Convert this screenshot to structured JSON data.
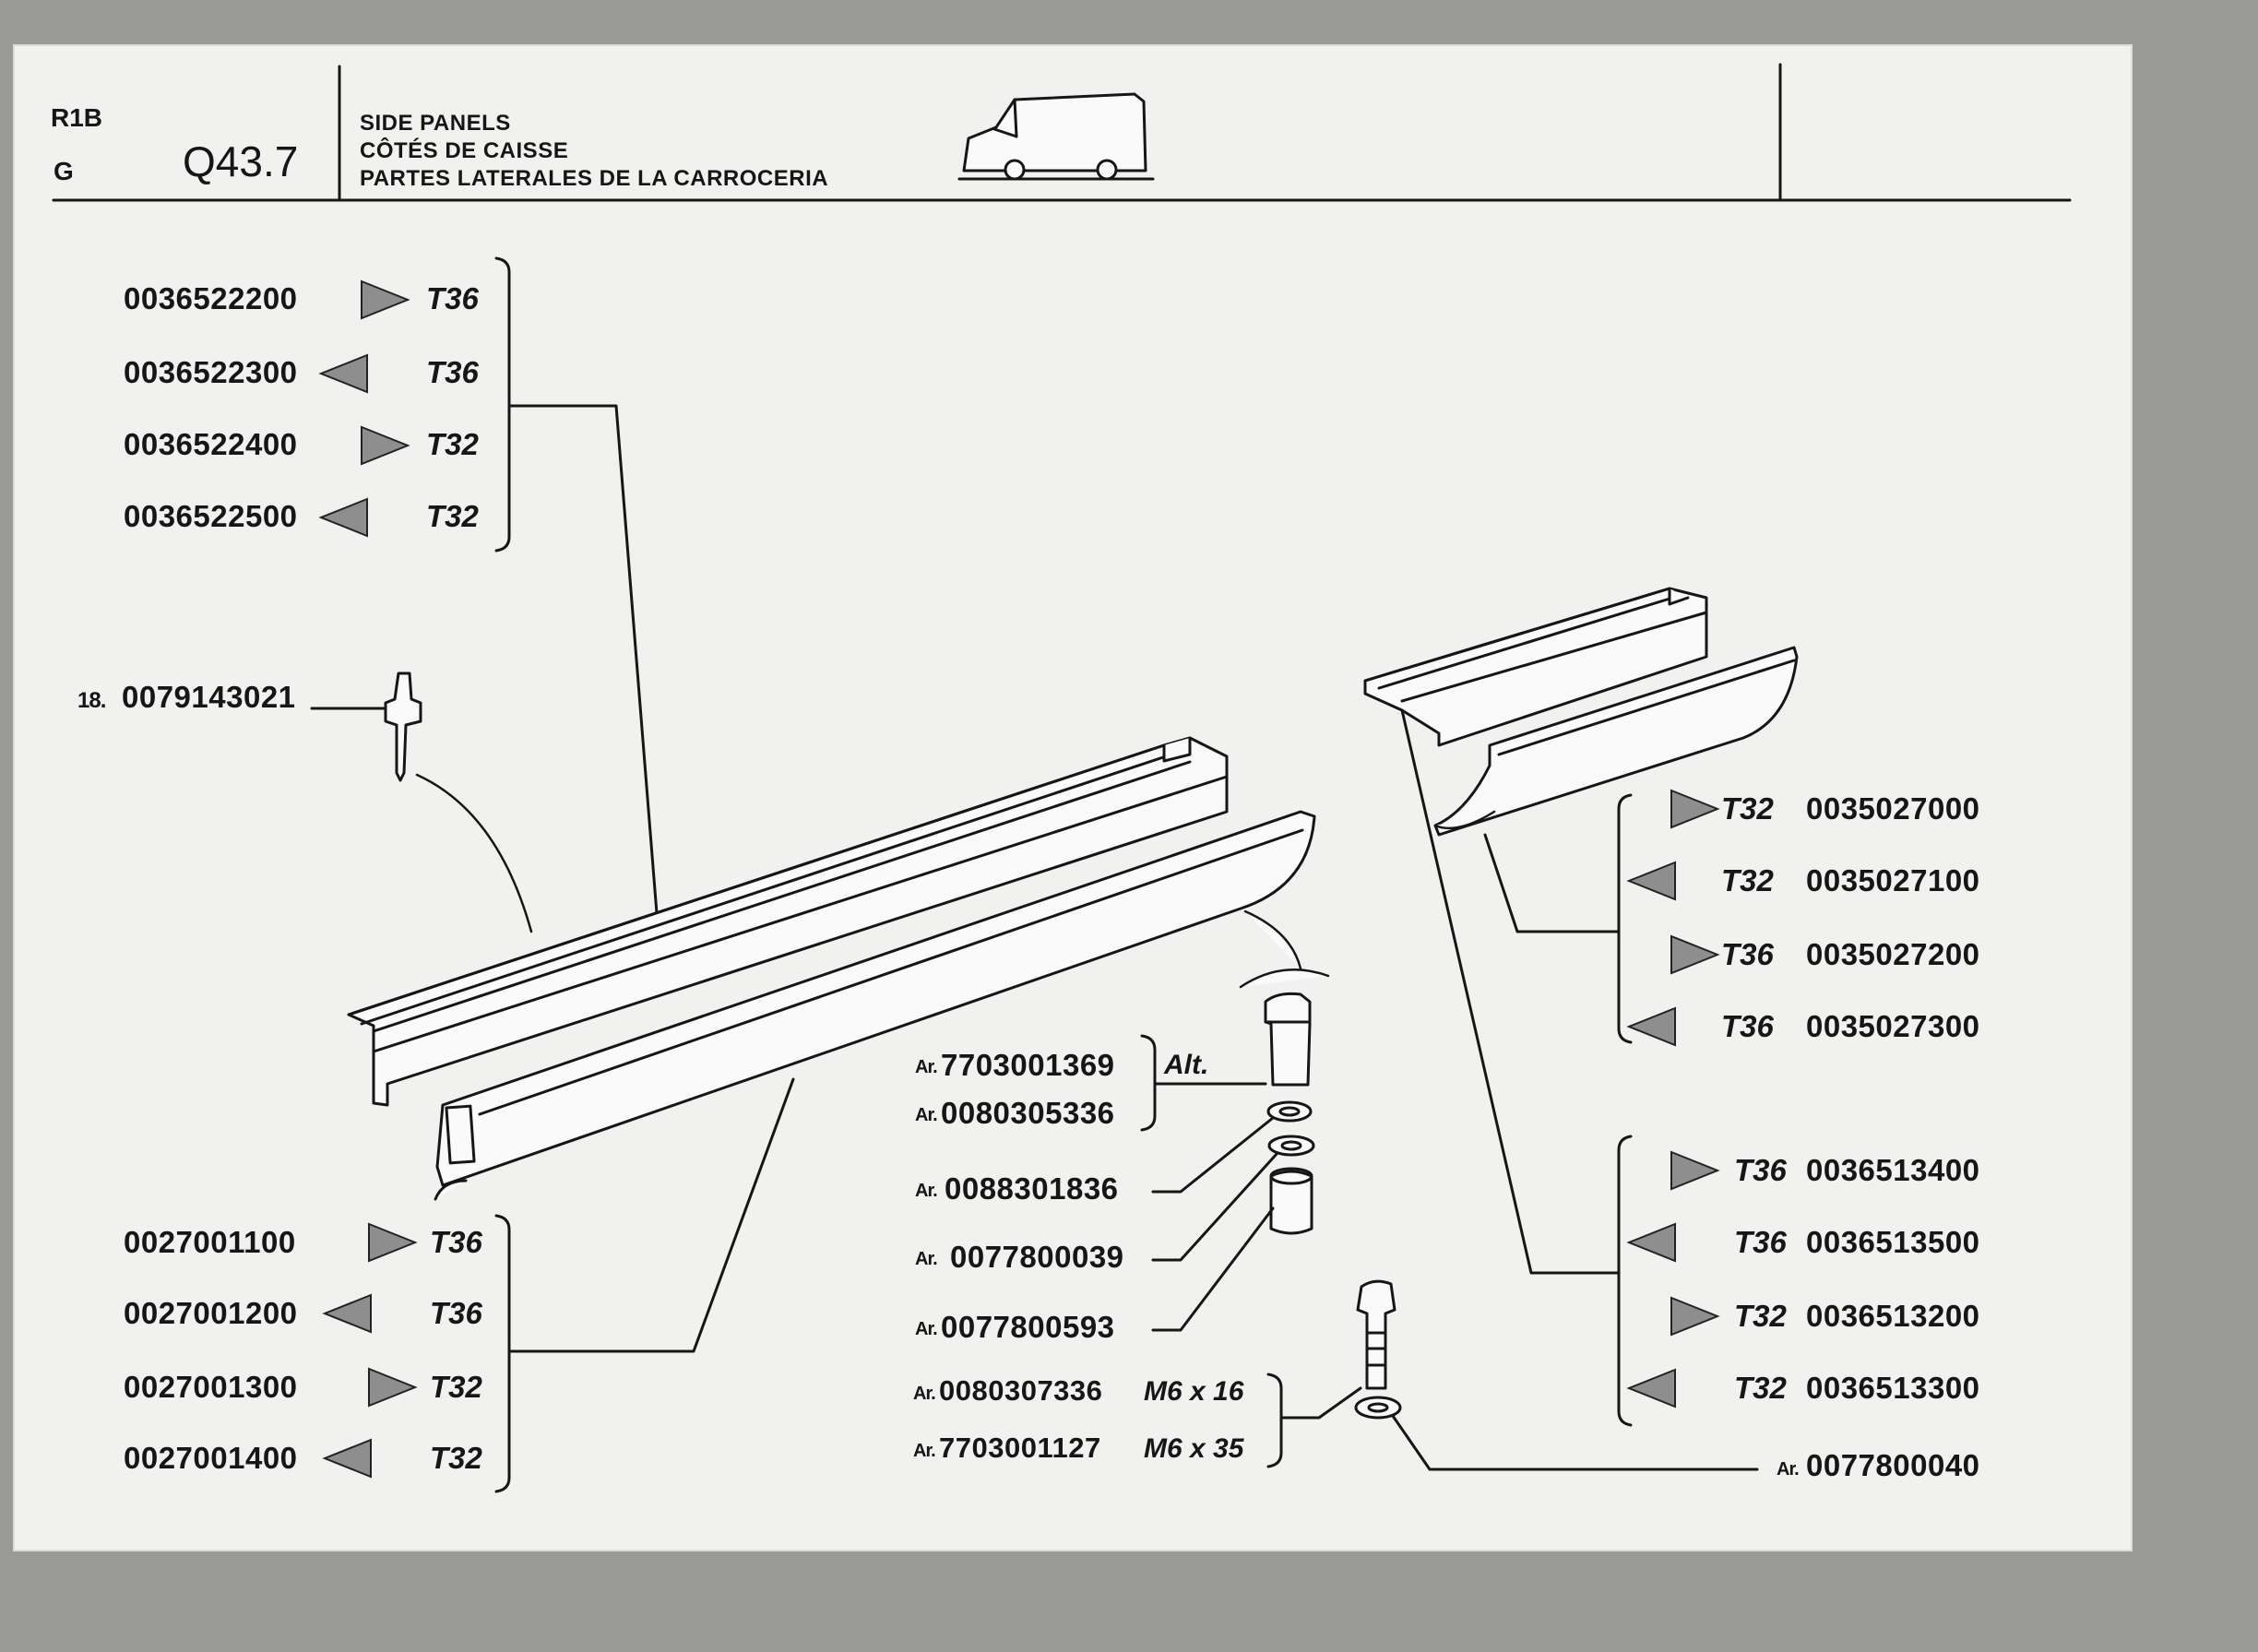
{
  "header": {
    "model": "R1B",
    "grade": "G",
    "page_ref": "Q43.7",
    "title_en": "SIDE PANELS",
    "title_fr": "CÔTÉS DE CAISSE",
    "title_es": "PARTES LATERALES DE LA CARROCERIA"
  },
  "group_top_left": [
    {
      "code": "0036522200",
      "side": "right",
      "variant": "T36"
    },
    {
      "code": "0036522300",
      "side": "left",
      "variant": "T36"
    },
    {
      "code": "0036522400",
      "side": "right",
      "variant": "T32"
    },
    {
      "code": "0036522500",
      "side": "left",
      "variant": "T32"
    }
  ],
  "rivet": {
    "qty": "18.",
    "code": "0079143021"
  },
  "group_bottom_left": [
    {
      "code": "0027001100",
      "side": "right",
      "variant": "T36"
    },
    {
      "code": "0027001200",
      "side": "left",
      "variant": "T36"
    },
    {
      "code": "0027001300",
      "side": "right",
      "variant": "T32"
    },
    {
      "code": "0027001400",
      "side": "left",
      "variant": "T32"
    }
  ],
  "group_right_upper": [
    {
      "code": "0035027000",
      "side": "right",
      "variant": "T32"
    },
    {
      "code": "0035027100",
      "side": "left",
      "variant": "T32"
    },
    {
      "code": "0035027200",
      "side": "right",
      "variant": "T36"
    },
    {
      "code": "0035027300",
      "side": "left",
      "variant": "T36"
    }
  ],
  "group_right_lower": [
    {
      "code": "0036513400",
      "side": "right",
      "variant": "T36"
    },
    {
      "code": "0036513500",
      "side": "left",
      "variant": "T36"
    },
    {
      "code": "0036513200",
      "side": "right",
      "variant": "T32"
    },
    {
      "code": "0036513300",
      "side": "left",
      "variant": "T32"
    }
  ],
  "fasteners": {
    "prefix": "Ar.",
    "bolt_main": "7703001369",
    "alt_label": "Alt.",
    "bolt_alt": "0080305336",
    "washer_1": "0088301836",
    "washer_2": "0077800039",
    "spacer": "0077800593",
    "bolt_m6_16": "0080307336",
    "spec_m6_16": "M6 x 16",
    "bolt_m6_35": "7703001127",
    "spec_m6_35": "M6 x 35",
    "washer_right": "0077800040"
  },
  "colors": {
    "sheet": "#f1f1ef",
    "ink": "#161616",
    "triangle": "#8e8e8e"
  }
}
